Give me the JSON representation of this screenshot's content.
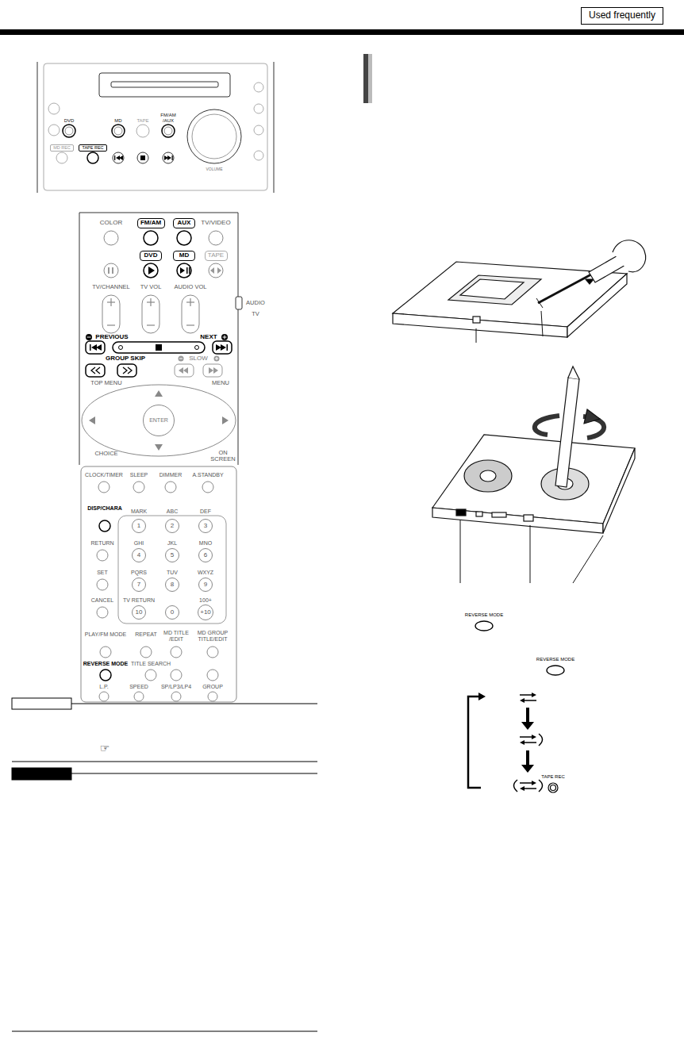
{
  "diagram": {
    "nodes": [
      {
        "text": [
          "Used frequently"
        ]
      },
      {
        "text": [
          "MD REC"
        ]
      },
      {
        "text": [
          "TAPE REC"
        ]
      },
      {
        "text": [
          "FM/AM"
        ]
      },
      {
        "text": [
          "AUX"
        ]
      },
      {
        "text": [
          "DVD"
        ]
      },
      {
        "text": [
          "MD"
        ]
      },
      {
        "text": [
          "TAPE"
        ]
      },
      {
        "text": [
          "ENTER"
        ]
      },
      {
        "text": [
          "1"
        ]
      },
      {
        "text": [
          "2"
        ]
      },
      {
        "text": [
          "3"
        ]
      },
      {
        "text": [
          "4"
        ]
      },
      {
        "text": [
          "5"
        ]
      },
      {
        "text": [
          "6"
        ]
      },
      {
        "text": [
          "7"
        ]
      },
      {
        "text": [
          "8"
        ]
      },
      {
        "text": [
          "9"
        ]
      },
      {
        "text": [
          "10"
        ]
      },
      {
        "text": [
          "0"
        ]
      },
      {
        "text": [
          "+10"
        ]
      }
    ],
    "labels": [
      "DVD",
      "MD",
      "TAPE",
      "FM/AM /AUX",
      "VOLUME",
      "COLOR",
      "TV/VIDEO",
      "TV/CHANNEL",
      "TV VOL",
      "AUDIO VOL",
      "AUDIO",
      "TV",
      "PREVIOUS",
      "NEXT",
      "GROUP SKIP",
      "SLOW",
      "TOP MENU",
      "MENU",
      "CHOICE",
      "ON SCREEN",
      "CLOCK/TIMER",
      "SLEEP",
      "DIMMER",
      "A.STANDBY",
      "DISP/CHARA",
      "MARK",
      "ABC",
      "DEF",
      "RETURN",
      "GHI",
      "JKL",
      "MNO",
      "SET",
      "PQRS",
      "TUV",
      "WXYZ",
      "CANCEL",
      "TV RETURN",
      "100+",
      "PLAY/FM MODE",
      "REPEAT",
      "MD TITLE /EDIT",
      "MD GROUP TITLE/EDIT",
      "REVERSE MODE",
      "TITLE SEARCH",
      "L.P.",
      "SPEED",
      "SP/LP3/LP4",
      "GROUP",
      "REVERSE MODE",
      "REVERSE MODE",
      "TAPE REC",
      "☞"
    ]
  }
}
